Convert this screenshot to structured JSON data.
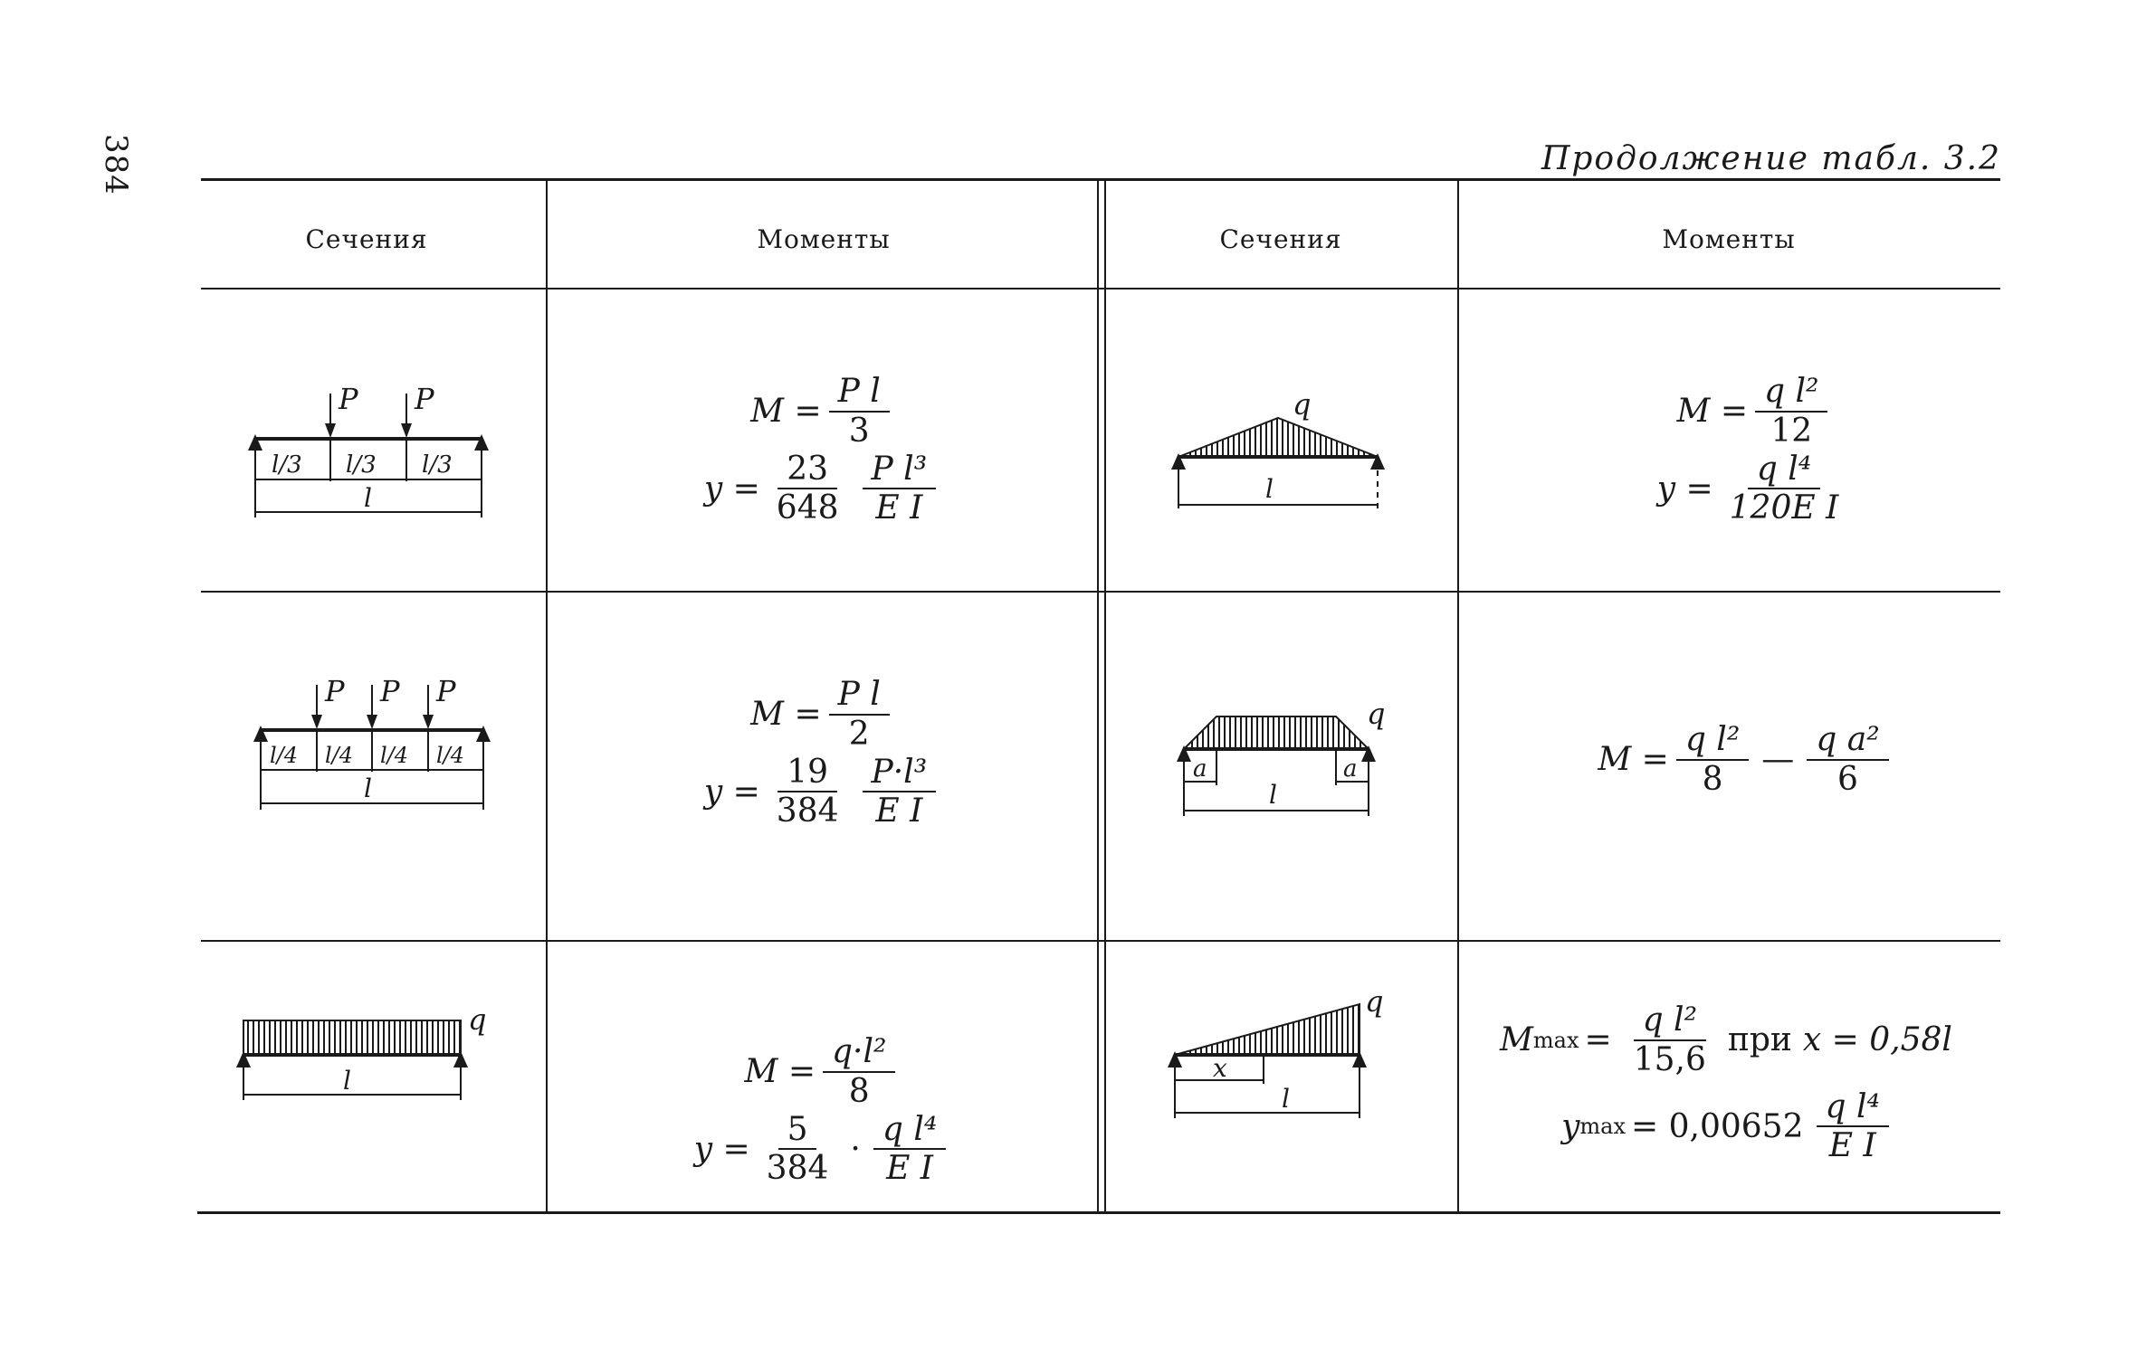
{
  "page_number": "384",
  "caption": "Продолжение табл. 3.2",
  "headers": [
    "Сечения",
    "Моменты",
    "Сечения",
    "Моменты"
  ],
  "diagram_labels": {
    "load_P": "P",
    "load_q": "q",
    "span_l": "l",
    "third": "l/3",
    "quarter": "l/4",
    "offset_a": "a",
    "coord_x": "x"
  },
  "formulas": {
    "r1_left": {
      "m_lhs": "M =",
      "m_num": "P l",
      "m_den": "3",
      "y_lhs": "y =",
      "y_c_num": "23",
      "y_c_den": "648",
      "y_num": "P l³",
      "y_den": "E I"
    },
    "r2_left": {
      "m_lhs": "M =",
      "m_num": "P l",
      "m_den": "2",
      "y_lhs": "y =",
      "y_c_num": "19",
      "y_c_den": "384",
      "y_num": "P·l³",
      "y_den": "E I"
    },
    "r3_left": {
      "m_lhs": "M =",
      "m_num": "q·l²",
      "m_den": "8",
      "y_lhs": "y =",
      "y_c_num": "5",
      "y_c_den": "384",
      "y_dot": "·",
      "y_num": "q l⁴",
      "y_den": "E I"
    },
    "r1_right": {
      "m_lhs": "M =",
      "m_num": "q l²",
      "m_den": "12",
      "y_lhs": "y =",
      "y_num": "q l⁴",
      "y_den": "120E I"
    },
    "r2_right": {
      "m_lhs": "M =",
      "a_num": "q l²",
      "a_den": "8",
      "minus": "—",
      "b_num": "q a²",
      "b_den": "6"
    },
    "r3_right": {
      "m_sym": "M",
      "m_sub": "max",
      "eq": "=",
      "m_num": "q l²",
      "m_den": "15,6",
      "cond_word": "при",
      "cond": "x = 0,58l",
      "y_sym": "y",
      "y_sub": "max",
      "y_eq": "= 0,00652",
      "y_num": "q l⁴",
      "y_den": "E I"
    }
  }
}
